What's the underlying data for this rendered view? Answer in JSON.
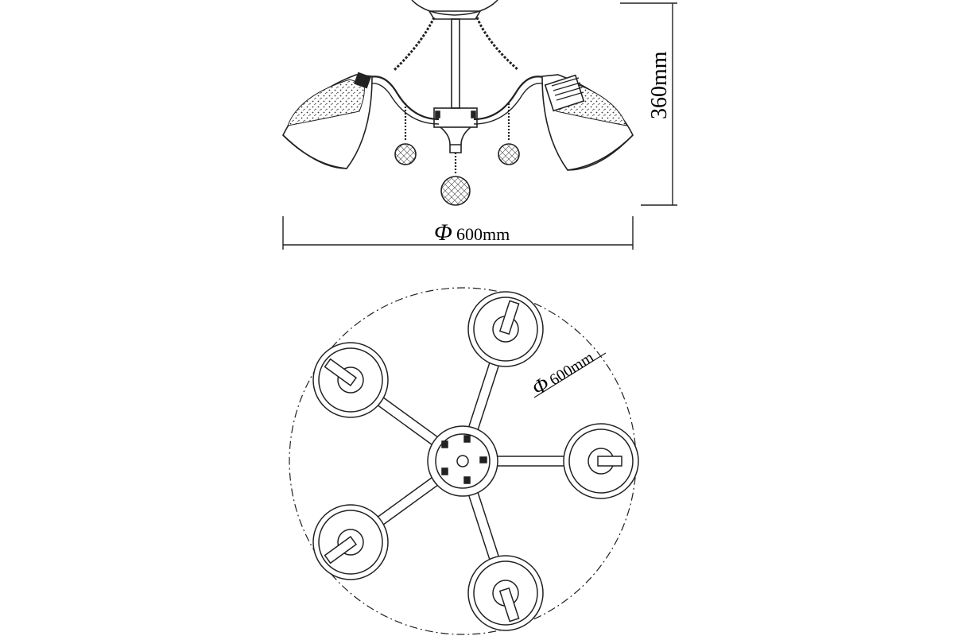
{
  "dimensions": {
    "side_width": {
      "symbol": "Φ",
      "value": "600mm"
    },
    "side_height": {
      "value": "360mm"
    },
    "top_diameter": {
      "symbol": "Φ",
      "value": "600mm"
    }
  },
  "colors": {
    "line": "#222222",
    "background": "#ffffff"
  }
}
